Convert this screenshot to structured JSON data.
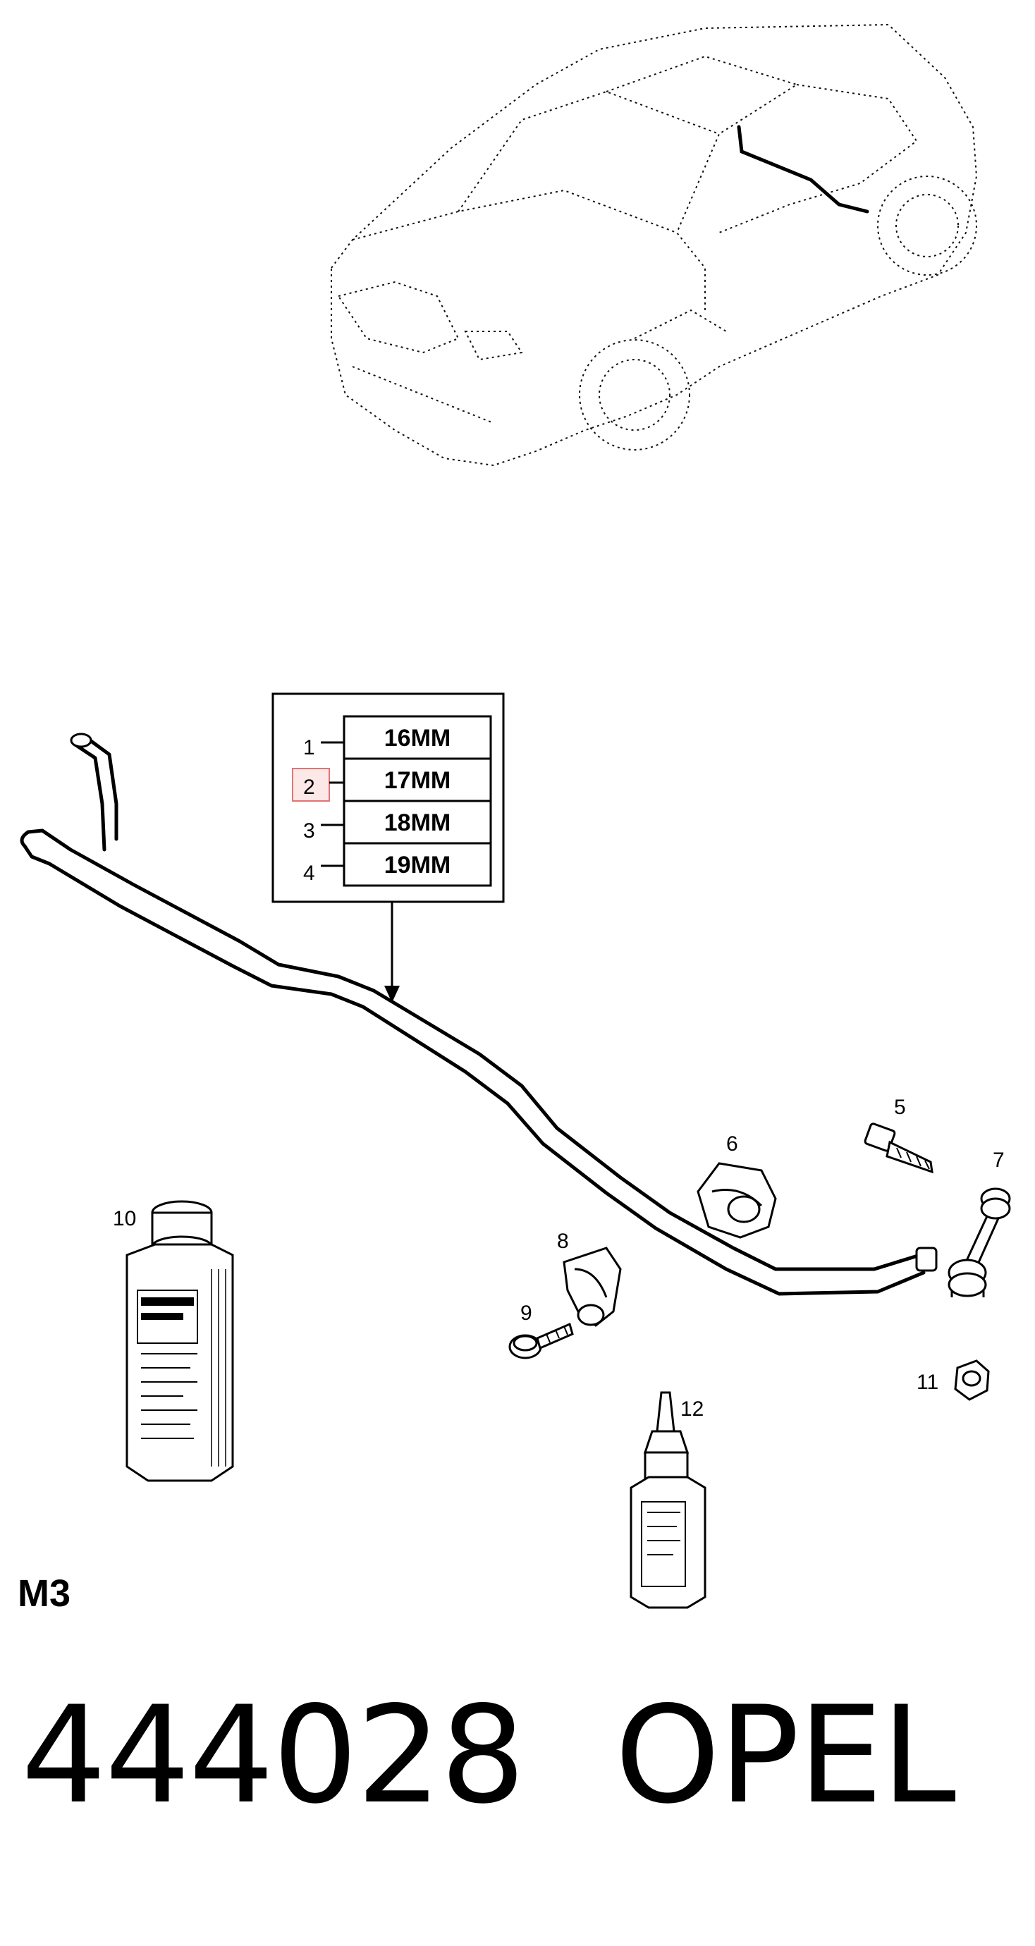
{
  "sizes": [
    {
      "num": "1",
      "label": "16MM"
    },
    {
      "num": "2",
      "label": "17MM"
    },
    {
      "num": "3",
      "label": "18MM"
    },
    {
      "num": "4",
      "label": "19MM"
    }
  ],
  "callouts": {
    "p5": "5",
    "p6": "6",
    "p7": "7",
    "p8": "8",
    "p9": "9",
    "p10": "10",
    "p11": "11",
    "p12": "12"
  },
  "group_code": "M3",
  "part_number": "444028",
  "brand": "OPEL",
  "colors": {
    "highlight_border": "#e57373",
    "highlight_fill": "#fde8e8"
  }
}
